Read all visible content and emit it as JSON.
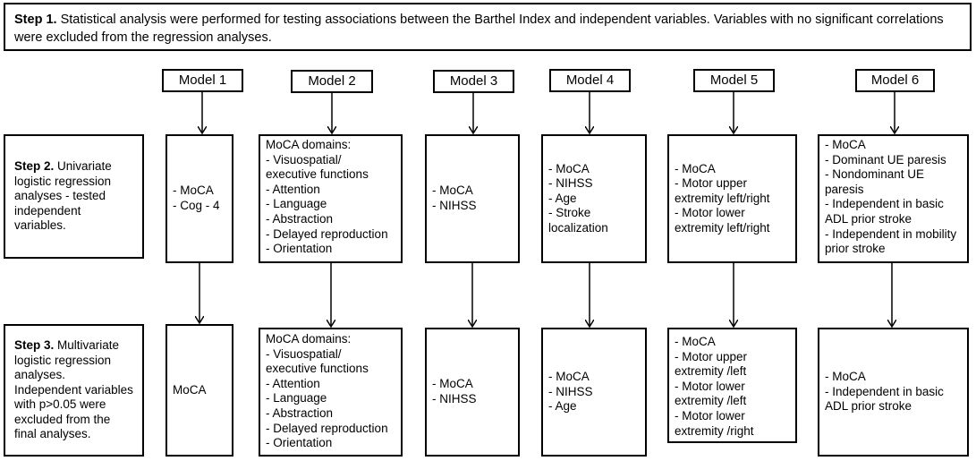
{
  "step1": {
    "label": "Step 1.",
    "text": " Statistical analysis were performed for testing associations between the Barthel Index and independent variables. Variables with no significant correlations were excluded from the regression analyses."
  },
  "step2": {
    "label": "Step 2.",
    "text": " Univariate logistic regression analyses - tested independent variables."
  },
  "step3": {
    "label": "Step 3.",
    "text": " Multivariate logistic regression analyses. Independent variables with p>0.05 were excluded from the final analyses."
  },
  "models": [
    {
      "label": "Model 1",
      "step2_lines": [
        "- MoCA",
        "- Cog - 4"
      ],
      "step3_lines": [
        "MoCA"
      ]
    },
    {
      "label": "Model 2",
      "step2_lines": [
        "MoCA domains:",
        "- Visuospatial/",
        "executive functions",
        "- Attention",
        "- Language",
        "- Abstraction",
        "- Delayed reproduction",
        "- Orientation"
      ],
      "step3_lines": [
        "MoCA domains:",
        "- Visuospatial/",
        "executive functions",
        "- Attention",
        "- Language",
        "- Abstraction",
        "- Delayed reproduction",
        "- Orientation"
      ]
    },
    {
      "label": "Model 3",
      "step2_lines": [
        "- MoCA",
        "- NIHSS"
      ],
      "step3_lines": [
        "- MoCA",
        "- NIHSS"
      ]
    },
    {
      "label": "Model 4",
      "step2_lines": [
        "- MoCA",
        "- NIHSS",
        "- Age",
        "- Stroke",
        "localization"
      ],
      "step3_lines": [
        "- MoCA",
        "- NIHSS",
        "- Age"
      ]
    },
    {
      "label": "Model 5",
      "step2_lines": [
        "- MoCA",
        "- Motor upper",
        "extremity left/right",
        "- Motor lower",
        "extremity left/right"
      ],
      "step3_lines": [
        "- MoCA",
        "- Motor upper",
        "extremity /left",
        "- Motor lower",
        "extremity /left",
        "- Motor lower",
        "extremity /right"
      ]
    },
    {
      "label": "Model 6",
      "step2_lines": [
        "- MoCA",
        "- Dominant UE paresis",
        "- Nondominant UE",
        "paresis",
        "- Independent in basic",
        "ADL prior stroke",
        "- Independent in mobility",
        "prior stroke"
      ],
      "step3_lines": [
        "- MoCA",
        "- Independent in basic",
        "ADL prior stroke"
      ]
    }
  ]
}
